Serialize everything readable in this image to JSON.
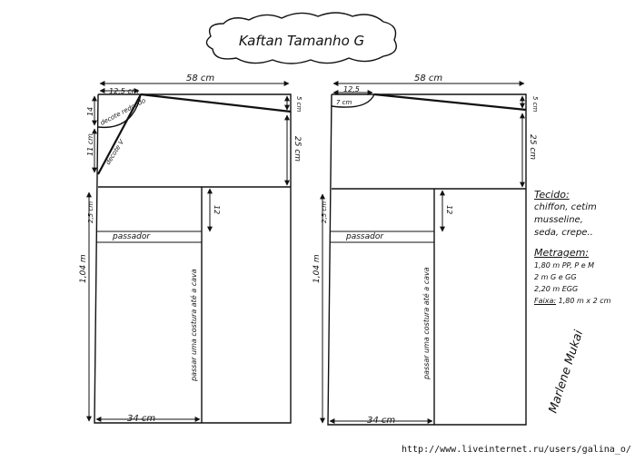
{
  "title": "Kaftan Tamanho G",
  "left_pattern": {
    "width_top": "58 cm",
    "neck_width": "12,5 cm",
    "neck_depth": "14",
    "shoulder_drop": "5 cm",
    "upper_side": "25 cm",
    "neck_round_label": "decote redondo",
    "neck_v_label": "decote V",
    "v_depth": "11 cm",
    "band_height": "2,5 cm",
    "slit": "12",
    "casing_label": "passador",
    "stitch_label": "passar uma costura até a cava",
    "length": "1,04 m",
    "width_bottom": "34 cm"
  },
  "right_pattern": {
    "width_top": "58 cm",
    "neck_width": "12,5",
    "neck_depth": "7 cm",
    "shoulder_drop": "5 cm",
    "upper_side": "25 cm",
    "band_height": "2,5 cm",
    "slit": "12",
    "casing_label": "passador",
    "stitch_label": "passar uma costura até a cava",
    "length": "1,04 m",
    "width_bottom": "34 cm"
  },
  "notes": {
    "fabric_heading": "Tecido:",
    "fabric_lines": [
      "chiffon, cetim",
      "musseline,",
      "seda, crepe.."
    ],
    "yardage_heading": "Metragem:",
    "yardage_lines": [
      "1,80 m PP, P e M",
      "2 m G e GG",
      "2,20 m EGG"
    ],
    "sash_label": "Faixa:",
    "sash_value": "1,80 m x 2 cm"
  },
  "signature": "Marlene Mukai",
  "source_url": "http://www.liveinternet.ru/users/galina_o/"
}
